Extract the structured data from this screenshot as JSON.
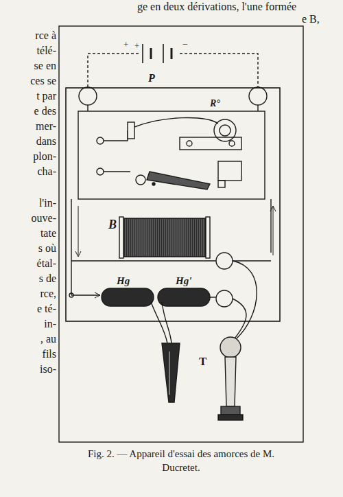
{
  "diagram": {
    "caption": "Fig. 2. — Appareil d'essai des amorces de M. Ducretet.",
    "labels": [
      "ge en deux dérivations, l'une formée",
      "e B,",
      "rce à",
      "télé-",
      "se en",
      "ces se",
      "t par",
      "e des",
      "mer-",
      "dans",
      "plon-",
      "cha-",
      "l'in-",
      "ouve-",
      "tate",
      "s où",
      "étal-",
      "s de",
      "rce,",
      "e té-",
      "in-",
      ", au",
      "fils",
      "iso-",
      "+",
      "+",
      "−",
      "P",
      "R°",
      "B",
      "Hg",
      "Hg'",
      "T"
    ]
  }
}
